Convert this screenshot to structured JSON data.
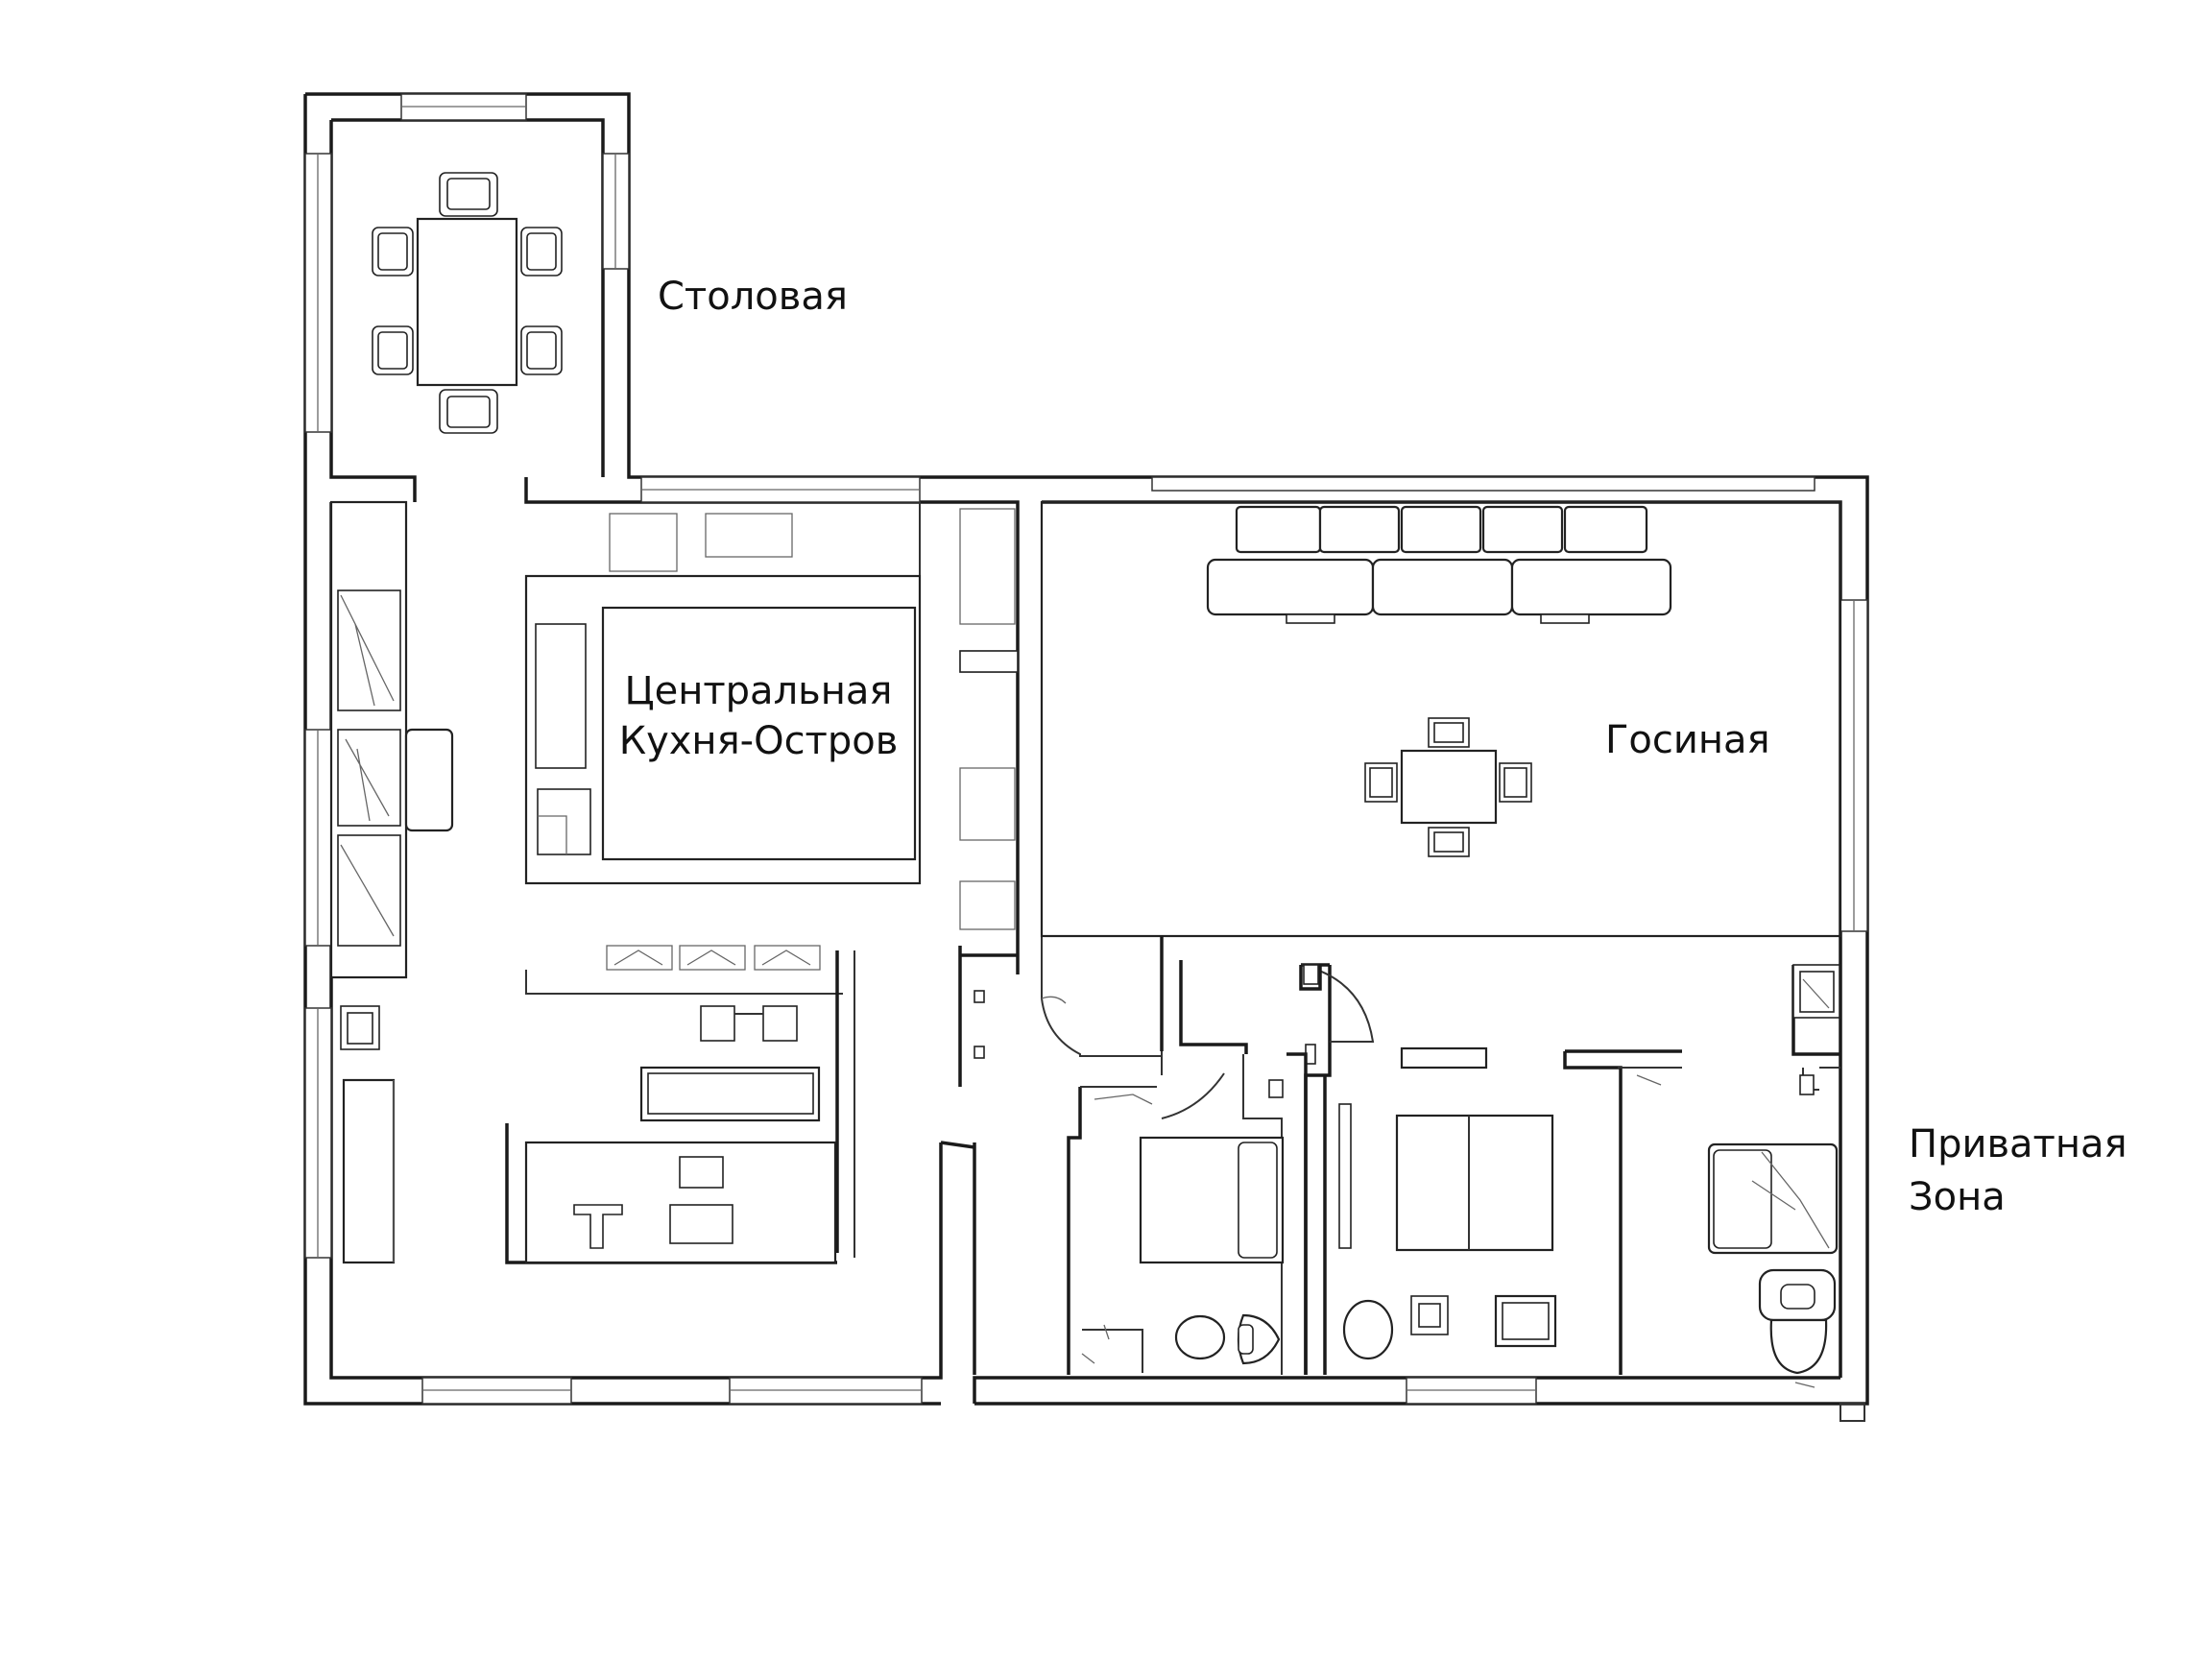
{
  "labels": {
    "dining": "Столовая",
    "kitchen_line1": "Центральная",
    "kitchen_line2": "Кухня-Остров",
    "living": "Госиная",
    "private_line1": "Приватная",
    "private_line2": "Зона"
  },
  "colors": {
    "lines": "#1a1a1a",
    "background": "#ffffff"
  }
}
